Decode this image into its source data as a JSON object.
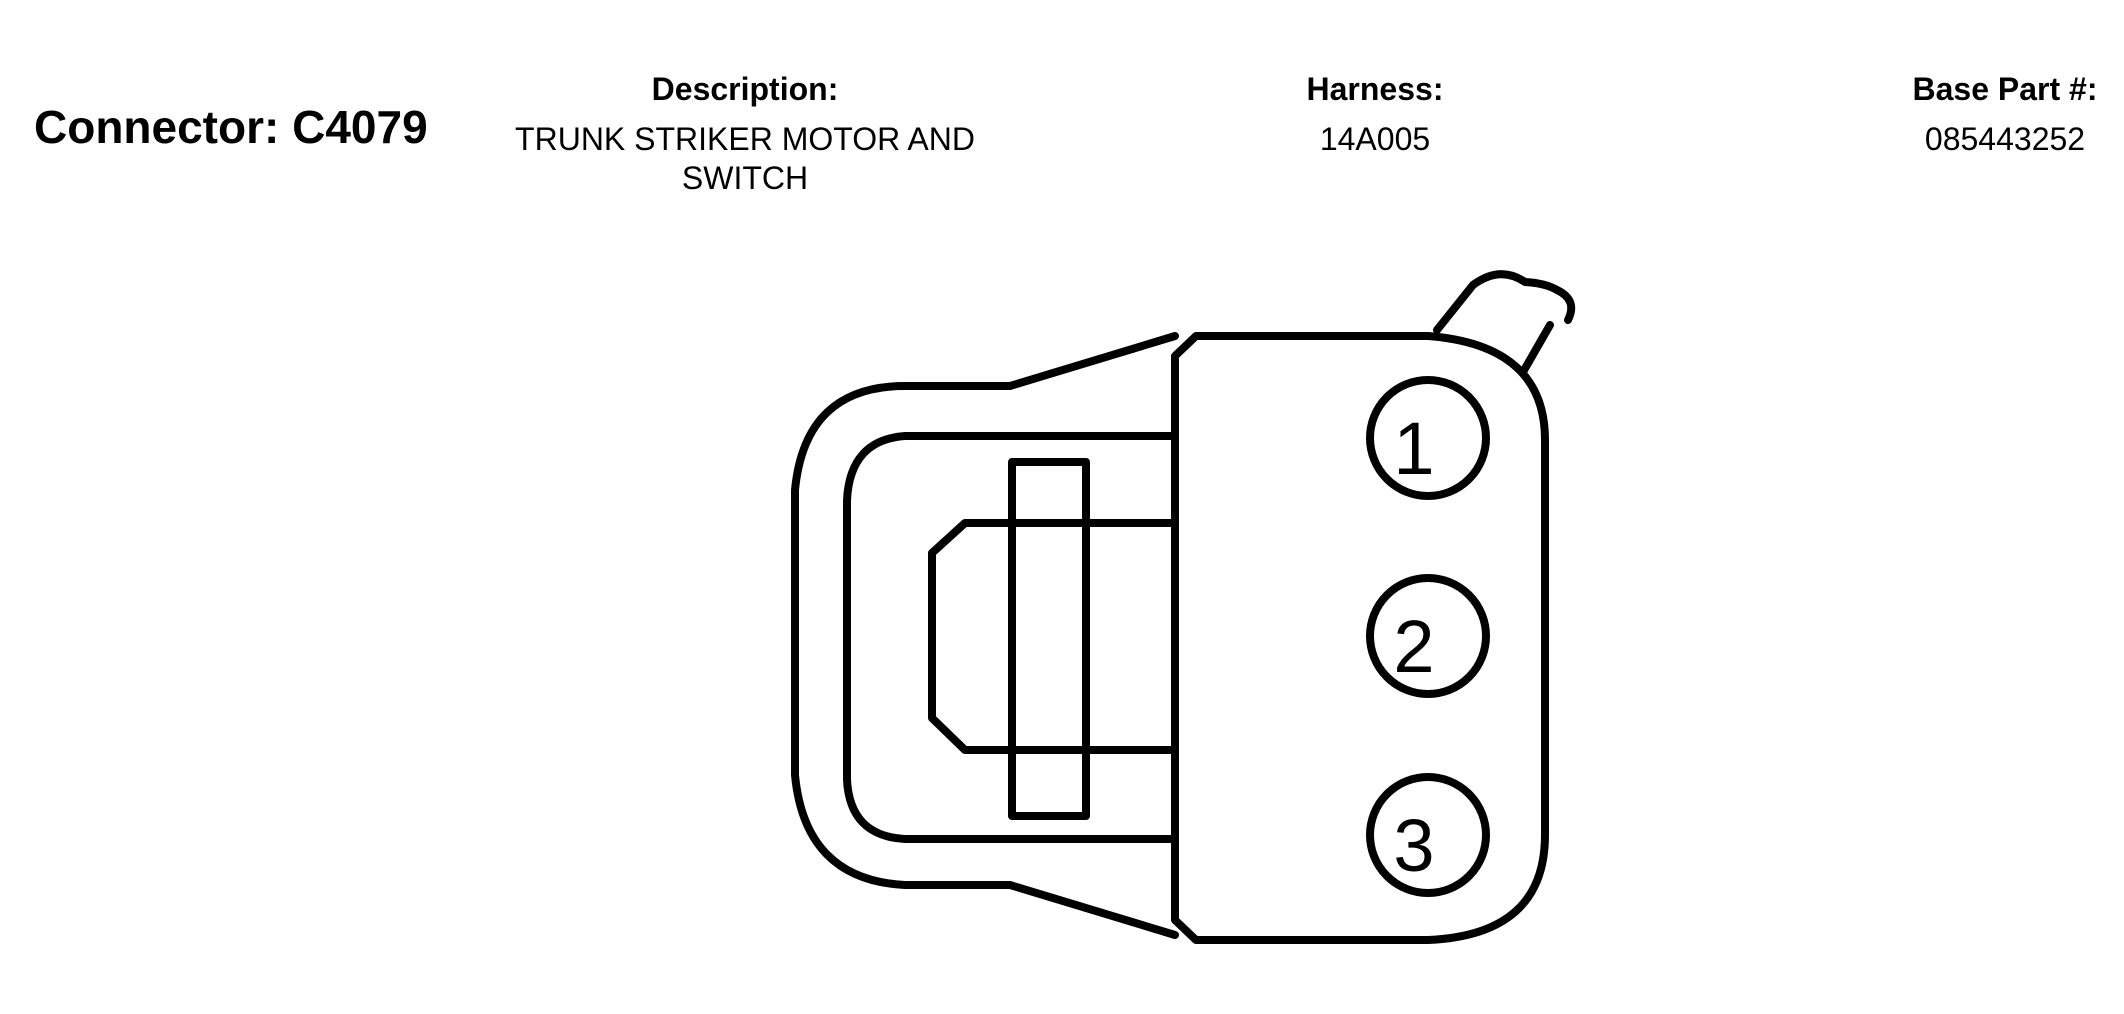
{
  "connector": {
    "title": "Connector: C4079"
  },
  "description": {
    "label": "Description:",
    "value": "TRUNK STRIKER MOTOR AND SWITCH"
  },
  "harness": {
    "label": "Harness:",
    "value": "14A005"
  },
  "base_part": {
    "label": "Base Part #:",
    "value": "085443252"
  },
  "pins": [
    {
      "number": "1"
    },
    {
      "number": "2"
    },
    {
      "number": "3"
    }
  ]
}
